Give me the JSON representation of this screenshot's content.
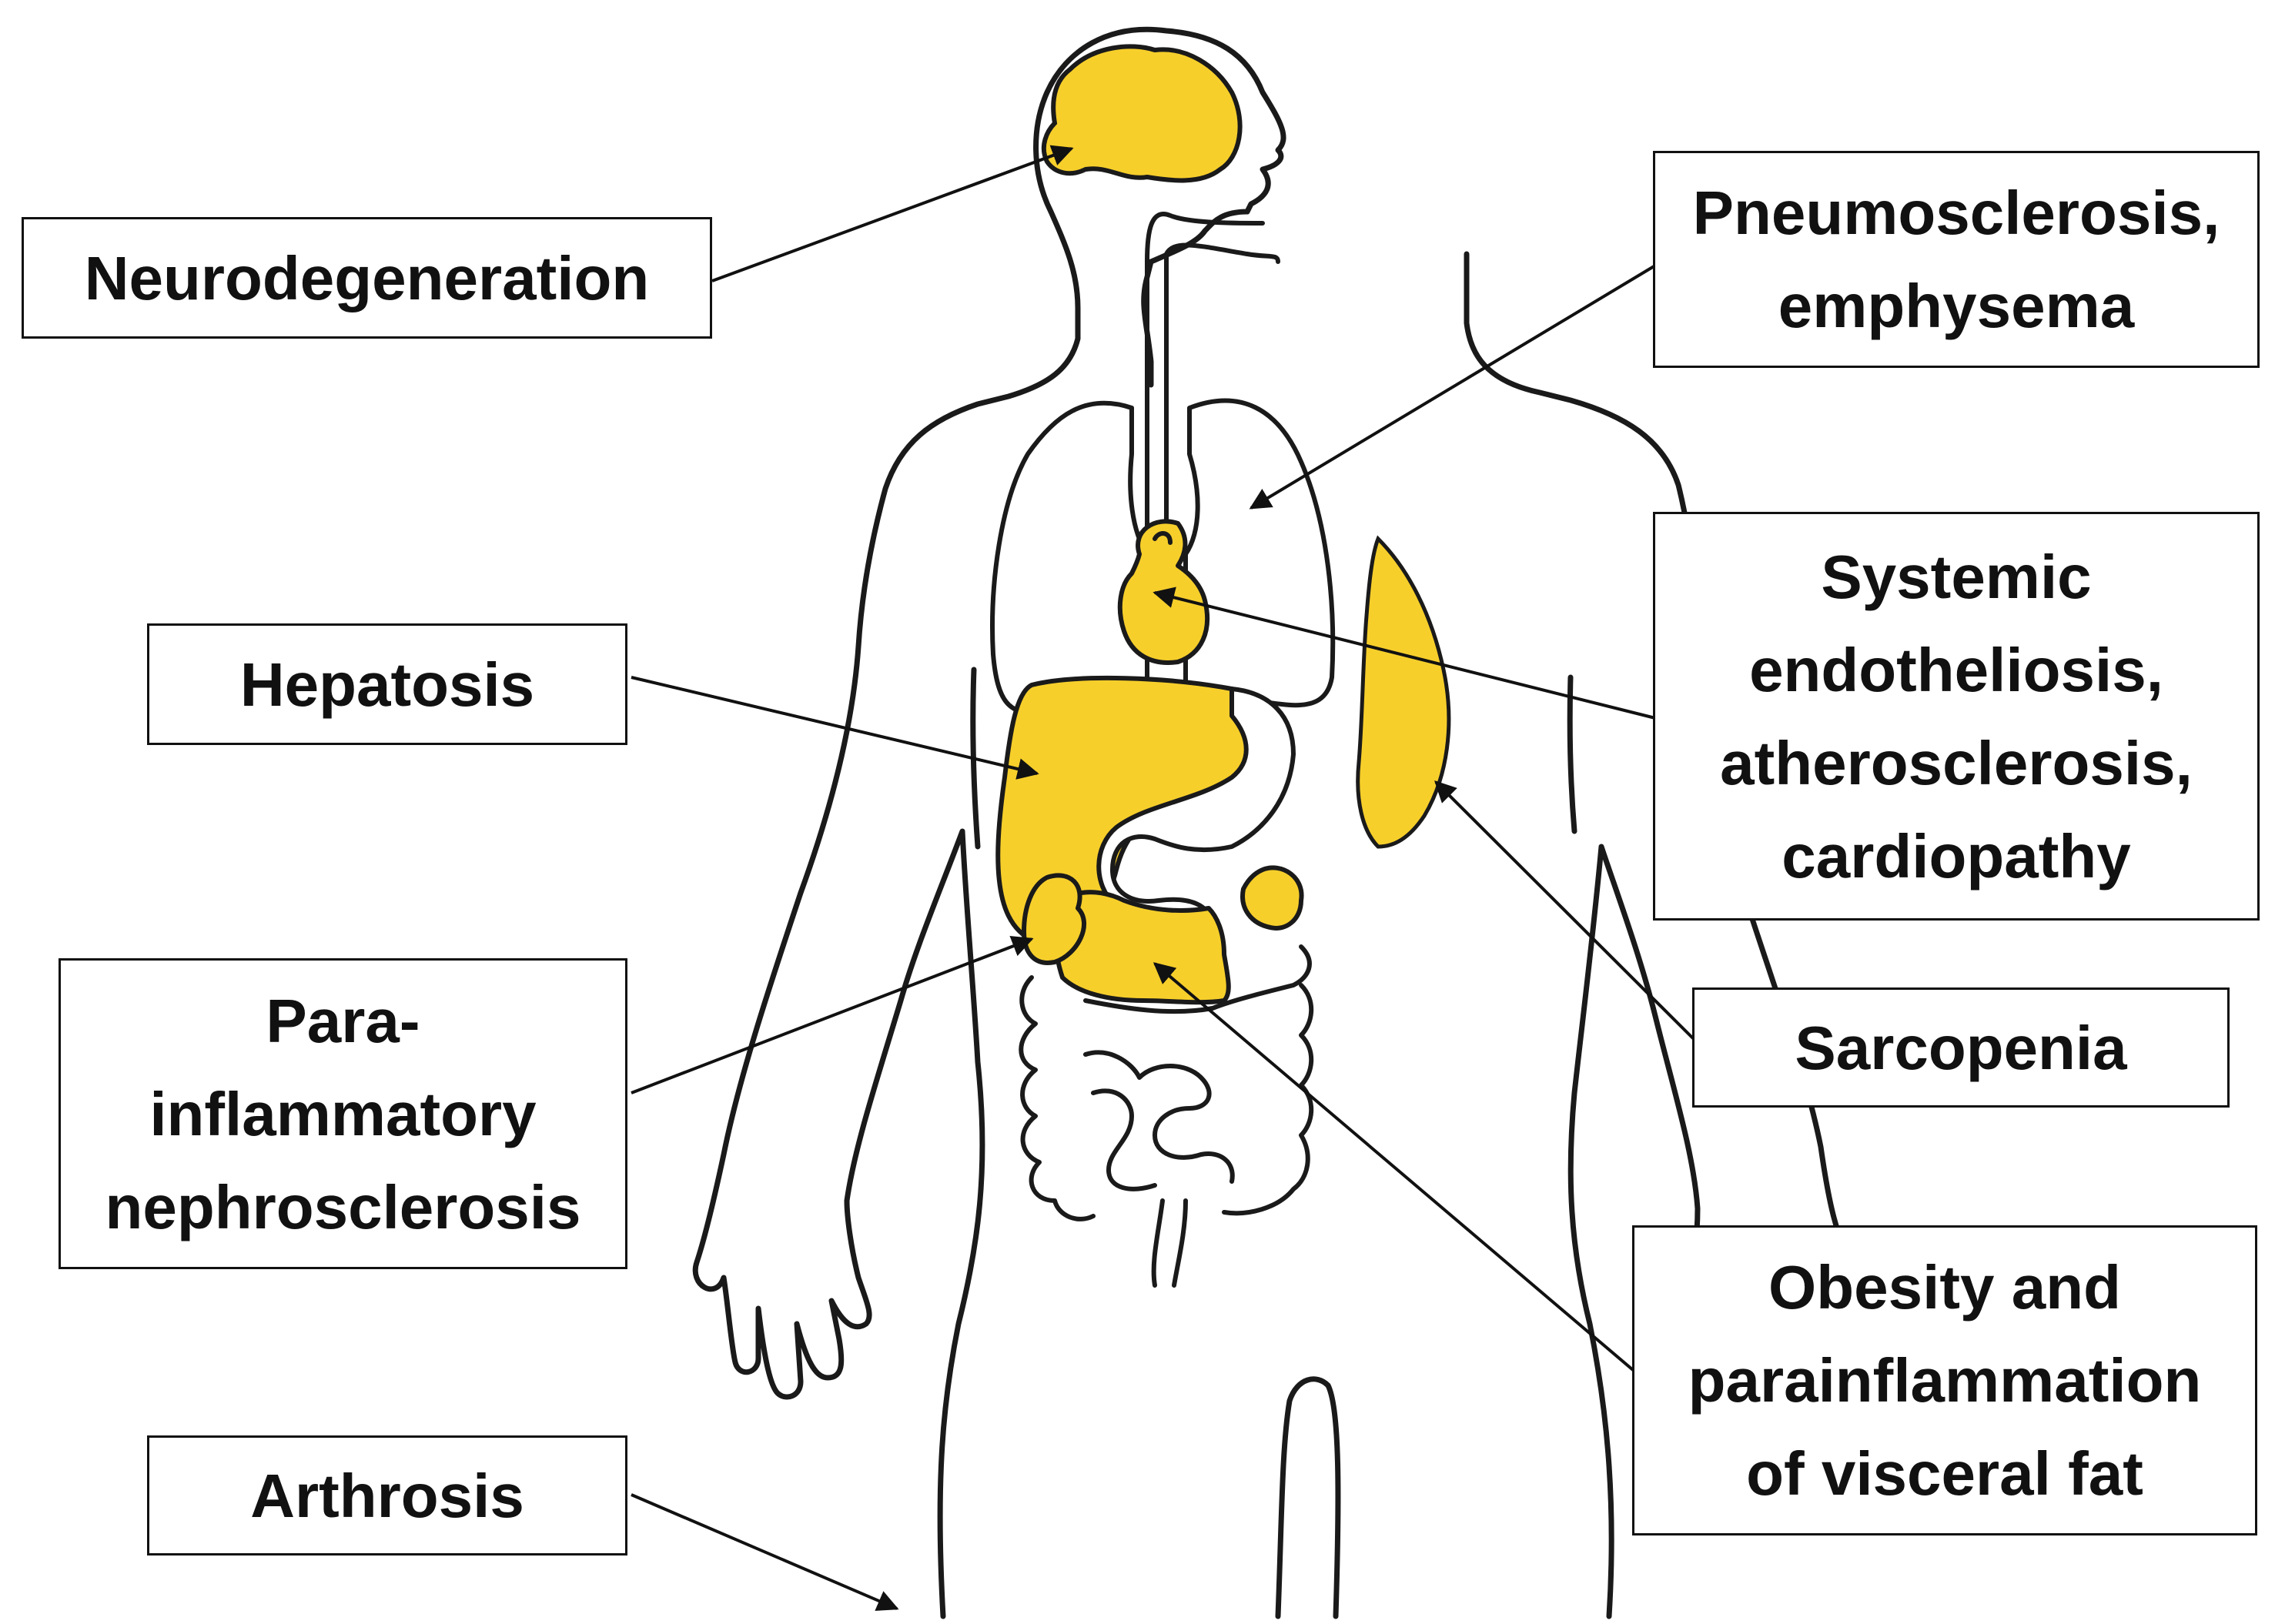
{
  "colors": {
    "organ_fill": "#f7cf2b",
    "outline": "#1a1a1a",
    "background": "#ffffff",
    "label_text": "#111111"
  },
  "labels": {
    "neurodegeneration": "Neurodegeneration",
    "pneumosclerosis": "Pneumosclerosis,\nemphysema",
    "hepatosis": "Hepatosis",
    "systemic": "Systemic\nendotheliosis,\natherosclerosis,\ncardiopathy",
    "nephrosclerosis": "Para-\ninflammatory\nnephrosclerosis",
    "sarcopenia": "Sarcopenia",
    "obesity": "Obesity and\nparainflammation\nof visceral fat",
    "arthrosis": "Arthrosis"
  }
}
